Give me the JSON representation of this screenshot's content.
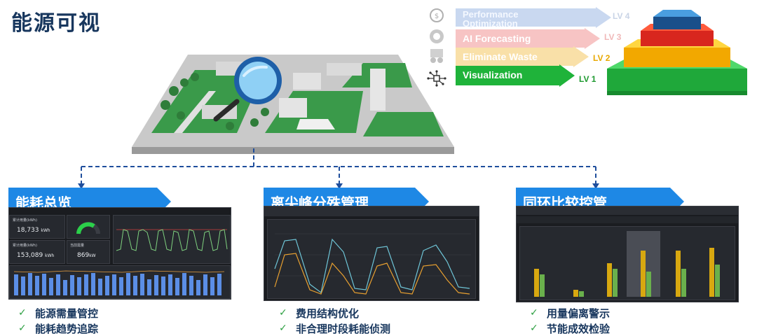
{
  "page": {
    "title": "能源可视"
  },
  "maturity_levels": [
    {
      "label": "Performance Optimization",
      "level": "LV 4",
      "color": "#c9d8f0",
      "level_color": "#c9d4e6"
    },
    {
      "label": "AI Forecasting",
      "level": "LV 3",
      "color": "#f7c4c4",
      "level_color": "#f0b8b8"
    },
    {
      "label": "Eliminate Waste",
      "level": "LV 2",
      "color": "#f9e0a8",
      "level_color": "#e8a800"
    },
    {
      "label": "Visualization",
      "level": "LV 1",
      "color": "#1fb33a",
      "level_color": "#1f9a30"
    }
  ],
  "sections": [
    {
      "title": "能耗总览",
      "bullets": [
        "能源需量管控",
        "能耗趋势追踪"
      ],
      "kpis": [
        {
          "label": "累计用量(kWh)",
          "value": "18,733",
          "unit": "kWh"
        },
        {
          "label": "累计用量(kWh)",
          "value": "153,089",
          "unit": "kWh"
        },
        {
          "label": "当前需量",
          "value": "869",
          "unit": "kW"
        }
      ]
    },
    {
      "title": "离尖峰分殊管理",
      "bullets": [
        "费用结构优化",
        "非合理时段耗能侦测"
      ]
    },
    {
      "title": "同环比较控管",
      "bullets": [
        "用量偏离警示",
        "节能成效检验"
      ]
    }
  ],
  "colors": {
    "title": "#17365d",
    "header_blue": "#1e88e5",
    "check": "#2ea043",
    "dash_bg": "#1a1c20"
  }
}
